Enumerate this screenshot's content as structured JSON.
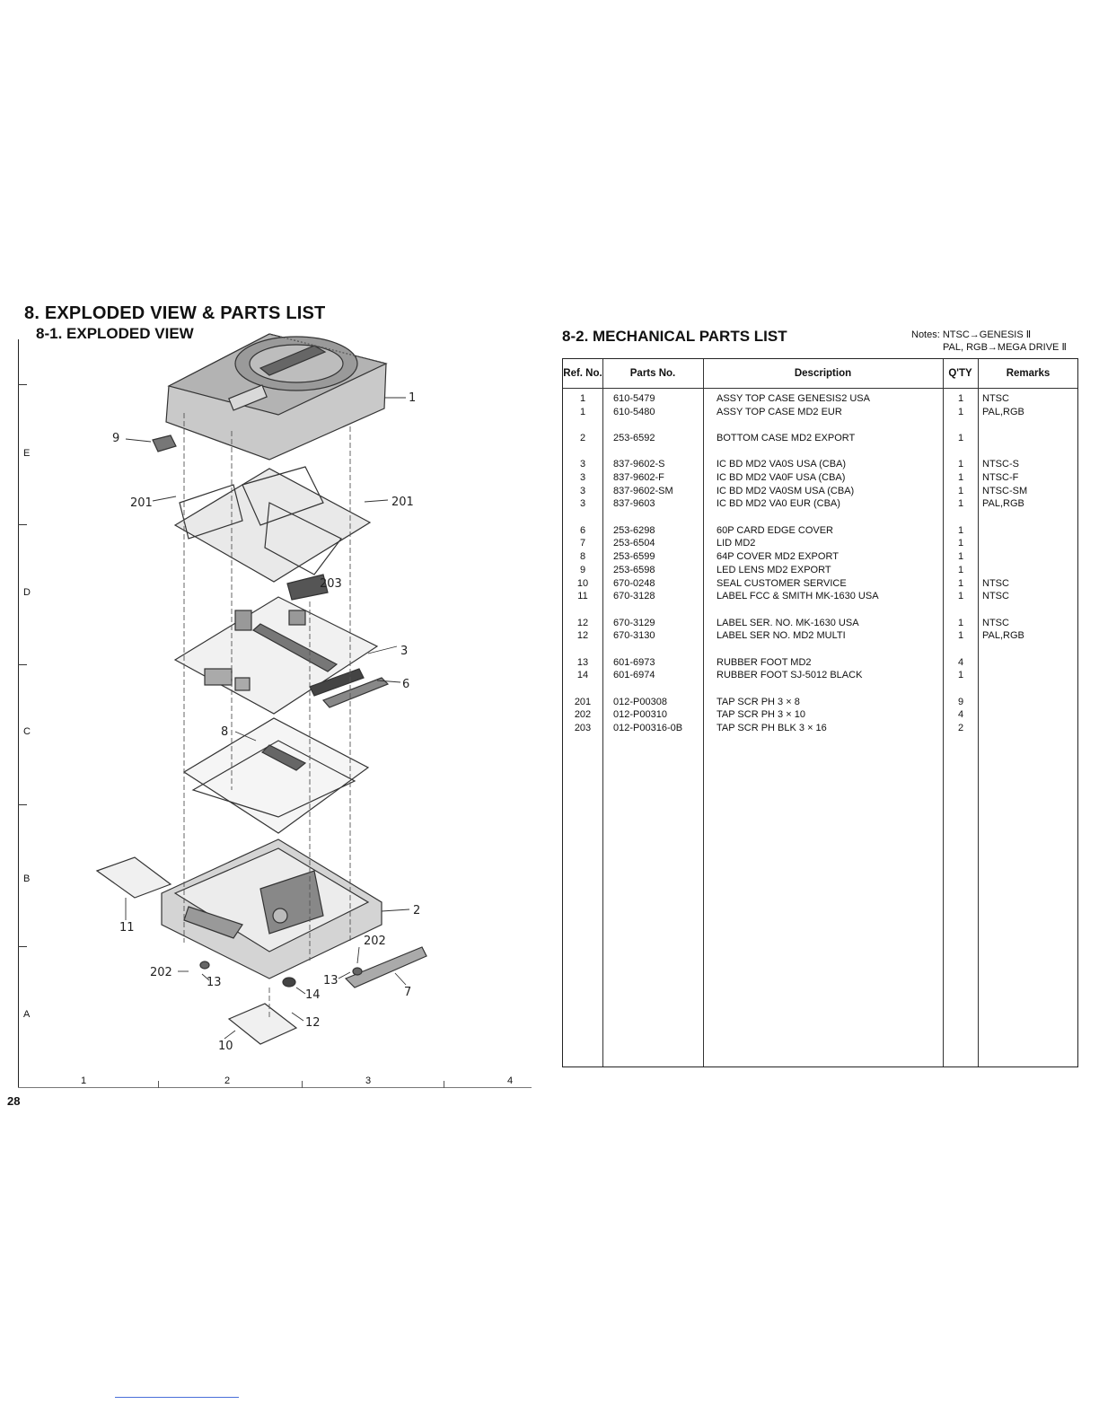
{
  "title": "8. EXPLODED VIEW & PARTS LIST",
  "section1": "8-1. EXPLODED VIEW",
  "section2": "8-2. MECHANICAL PARTS LIST",
  "notes": {
    "line1": "Notes: NTSC→GENESIS Ⅱ",
    "line2": "PAL, RGB→MEGA DRIVE Ⅱ"
  },
  "page_number": "28",
  "grid": {
    "rows": [
      "E",
      "D",
      "C",
      "B",
      "A"
    ],
    "cols": [
      "1",
      "2",
      "3",
      "4"
    ]
  },
  "callouts": [
    "1",
    "9",
    "201",
    "201",
    "203",
    "3",
    "6",
    "8",
    "2",
    "11",
    "202",
    "202",
    "13",
    "13",
    "14",
    "7",
    "12",
    "10"
  ],
  "table": {
    "headers": {
      "ref": "Ref. No.",
      "parts_no": "Parts No.",
      "description": "Description",
      "qty": "Q'TY",
      "remarks": "Remarks"
    },
    "rows": [
      {
        "ref": "1",
        "parts_no": "610-5479",
        "description": "ASSY TOP CASE GENESIS2 USA",
        "qty": "1",
        "remarks": "NTSC"
      },
      {
        "ref": "1",
        "parts_no": "610-5480",
        "description": "ASSY TOP CASE MD2 EUR",
        "qty": "1",
        "remarks": "PAL,RGB"
      },
      {
        "ref": "2",
        "parts_no": "253-6592",
        "description": "BOTTOM CASE MD2 EXPORT",
        "qty": "1",
        "remarks": ""
      },
      {
        "ref": "3",
        "parts_no": "837-9602-S",
        "description": "IC BD MD2 VA0S USA (CBA)",
        "qty": "1",
        "remarks": "NTSC-S"
      },
      {
        "ref": "3",
        "parts_no": "837-9602-F",
        "description": "IC BD MD2 VA0F USA (CBA)",
        "qty": "1",
        "remarks": "NTSC-F"
      },
      {
        "ref": "3",
        "parts_no": "837-9602-SM",
        "description": "IC BD MD2 VA0SM USA (CBA)",
        "qty": "1",
        "remarks": "NTSC-SM"
      },
      {
        "ref": "3",
        "parts_no": "837-9603",
        "description": "IC BD MD2 VA0 EUR (CBA)",
        "qty": "1",
        "remarks": "PAL,RGB"
      },
      {
        "ref": "6",
        "parts_no": "253-6298",
        "description": "60P CARD EDGE COVER",
        "qty": "1",
        "remarks": ""
      },
      {
        "ref": "7",
        "parts_no": "253-6504",
        "description": "LID MD2",
        "qty": "1",
        "remarks": ""
      },
      {
        "ref": "8",
        "parts_no": "253-6599",
        "description": "64P COVER MD2 EXPORT",
        "qty": "1",
        "remarks": ""
      },
      {
        "ref": "9",
        "parts_no": "253-6598",
        "description": "LED LENS MD2 EXPORT",
        "qty": "1",
        "remarks": ""
      },
      {
        "ref": "10",
        "parts_no": "670-0248",
        "description": "SEAL CUSTOMER SERVICE",
        "qty": "1",
        "remarks": "NTSC"
      },
      {
        "ref": "11",
        "parts_no": "670-3128",
        "description": "LABEL FCC & SMITH MK-1630 USA",
        "qty": "1",
        "remarks": "NTSC"
      },
      {
        "ref": "12",
        "parts_no": "670-3129",
        "description": "LABEL SER. NO. MK-1630 USA",
        "qty": "1",
        "remarks": "NTSC"
      },
      {
        "ref": "12",
        "parts_no": "670-3130",
        "description": "LABEL SER NO. MD2 MULTI",
        "qty": "1",
        "remarks": "PAL,RGB"
      },
      {
        "ref": "13",
        "parts_no": "601-6973",
        "description": "RUBBER FOOT MD2",
        "qty": "4",
        "remarks": ""
      },
      {
        "ref": "14",
        "parts_no": "601-6974",
        "description": "RUBBER FOOT SJ-5012 BLACK",
        "qty": "1",
        "remarks": ""
      },
      {
        "ref": "201",
        "parts_no": "012-P00308",
        "description": "TAP SCR PH 3 × 8",
        "qty": "9",
        "remarks": ""
      },
      {
        "ref": "202",
        "parts_no": "012-P00310",
        "description": "TAP SCR PH 3 × 10",
        "qty": "4",
        "remarks": ""
      },
      {
        "ref": "203",
        "parts_no": "012-P00316-0B",
        "description": "TAP SCR PH BLK 3 × 16",
        "qty": "2",
        "remarks": ""
      }
    ]
  }
}
